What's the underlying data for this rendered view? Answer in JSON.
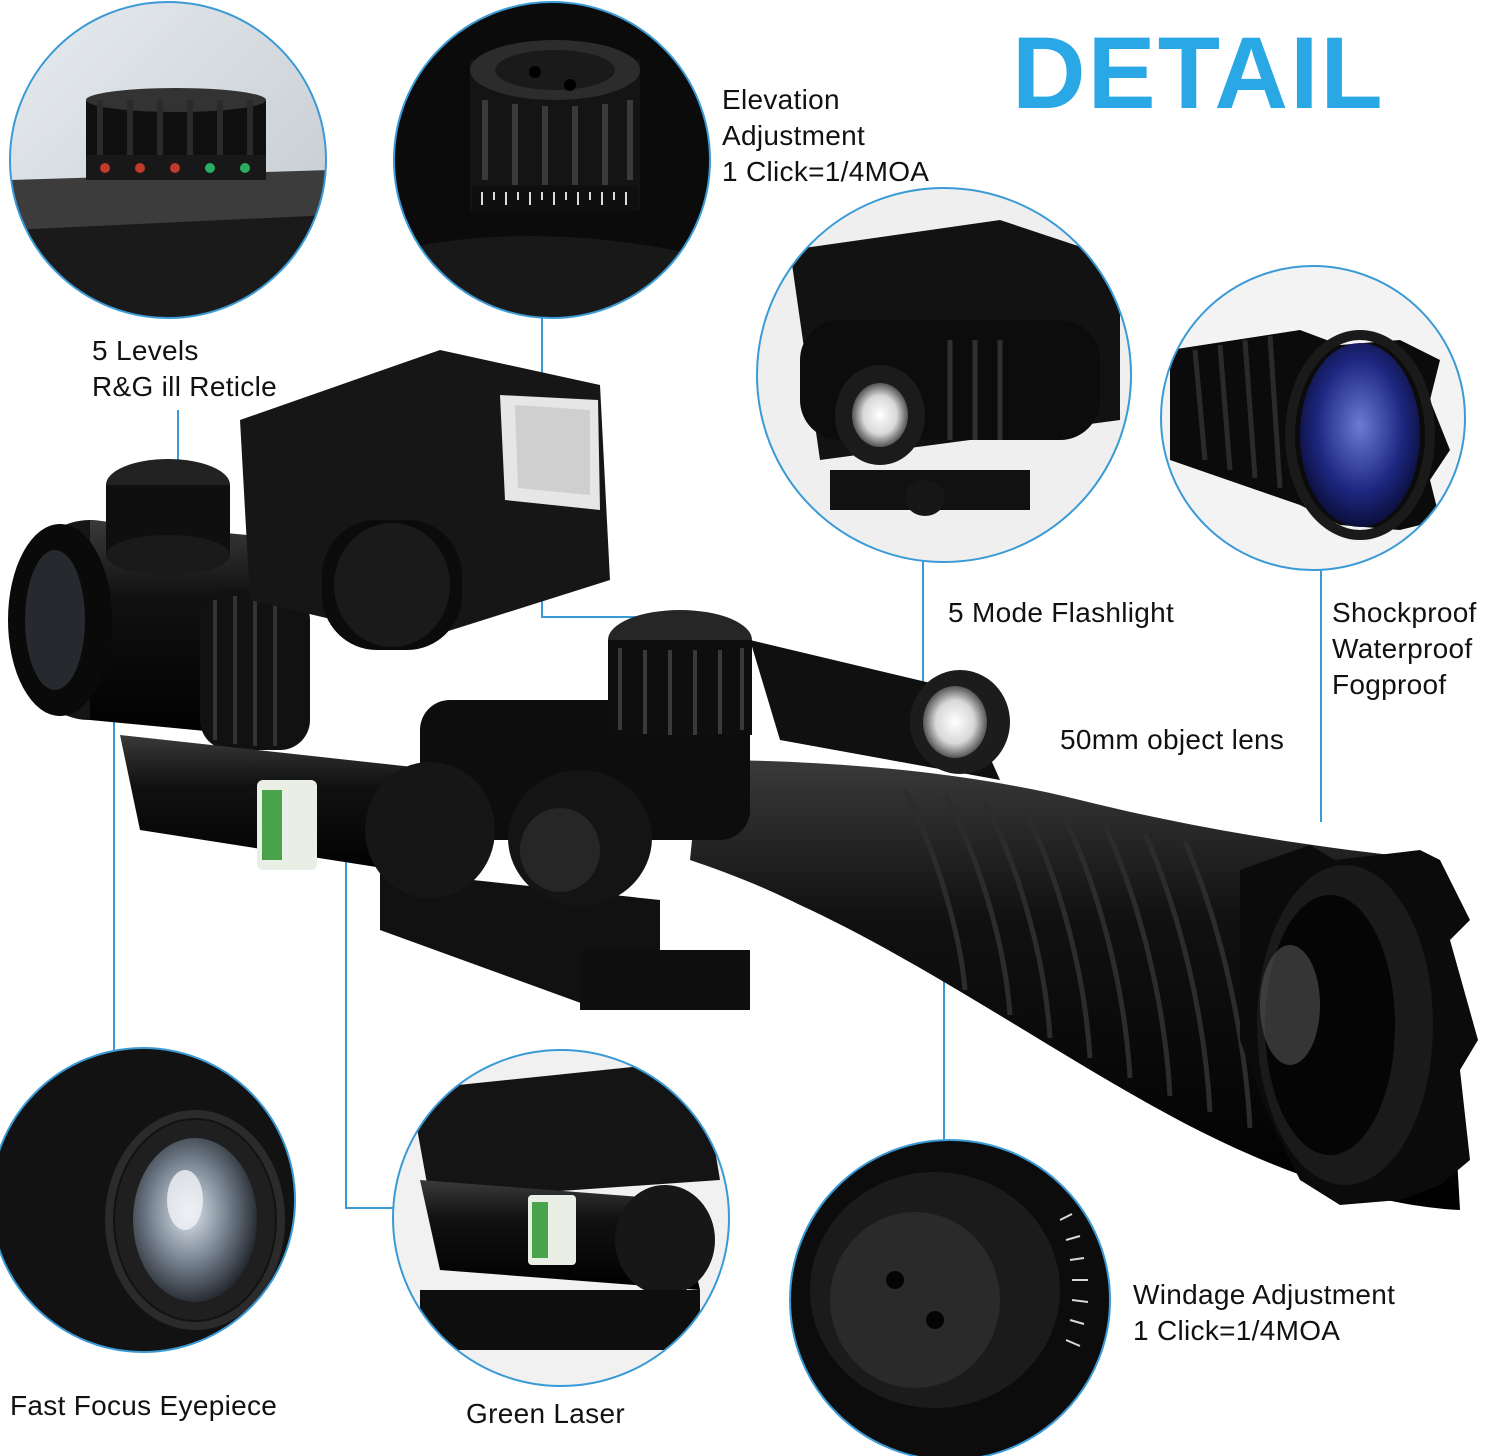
{
  "title": "DETAIL",
  "accent_color": "#2aa8e6",
  "labels": {
    "elevation": [
      "Elevation",
      "Adjustment",
      "1 Click=1/4MOA"
    ],
    "reticle": [
      "5 Levels",
      "R&G ill Reticle"
    ],
    "flashlight": "5 Mode Flashlight",
    "proof": [
      "Shockproof",
      "Waterproof",
      "Fogproof"
    ],
    "lens": "50mm object lens",
    "windage": [
      "Windage Adjustment",
      "1 Click=1/4MOA"
    ],
    "eyepiece": "Fast Focus Eyepiece",
    "laser": "Green Laser"
  }
}
